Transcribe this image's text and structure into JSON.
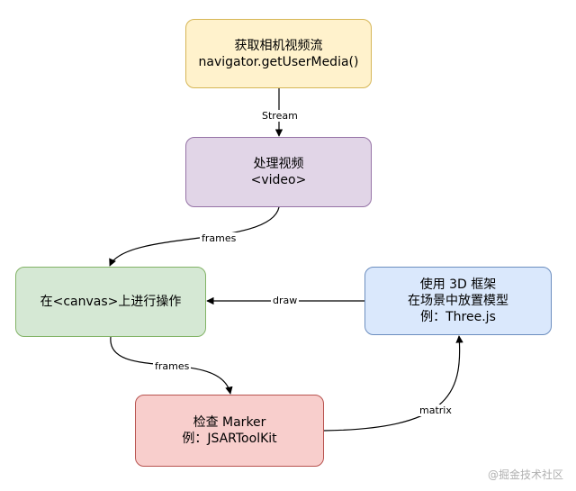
{
  "nodes": {
    "source": {
      "line1": "获取相机视频流",
      "line2": "navigator.getUserMedia()"
    },
    "video": {
      "line1": "处理视频",
      "line2": "<video>"
    },
    "canvas": {
      "line1": "在<canvas>上进行操作"
    },
    "three": {
      "line1": "使用 3D 框架",
      "line2": "在场景中放置模型",
      "line3": "例：Three.js"
    },
    "marker": {
      "line1": "检查 Marker",
      "line2": "例：JSARToolKit"
    }
  },
  "edges": {
    "stream": "Stream",
    "frames_to_canvas": "frames",
    "draw": "draw",
    "frames_to_marker": "frames",
    "matrix": "matrix"
  },
  "colors": {
    "source_fill": "#fff2cc",
    "video_fill": "#e1d5e7",
    "canvas_fill": "#d5e8d4",
    "three_fill": "#dae8fc",
    "marker_fill": "#f8cecc"
  },
  "watermark": "@掘金技术社区"
}
